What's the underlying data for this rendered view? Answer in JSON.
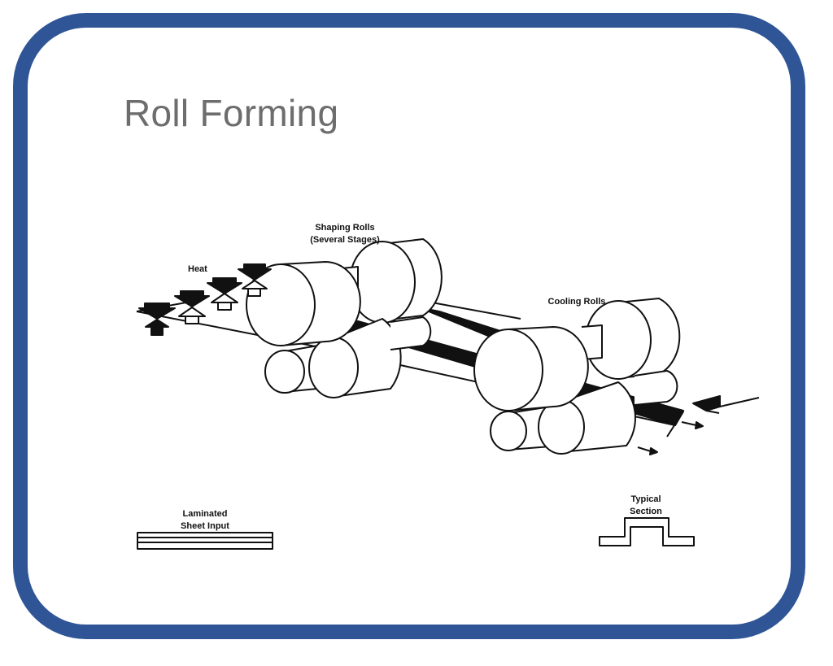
{
  "slide": {
    "title": "Roll Forming"
  },
  "diagram": {
    "labels": {
      "heat": "Heat",
      "shaping_rolls_line1": "Shaping Rolls",
      "shaping_rolls_line2": "(Several Stages)",
      "cooling_rolls": "Cooling Rolls",
      "laminated_line1": "Laminated",
      "laminated_line2": "Sheet Input",
      "typical_line1": "Typical",
      "typical_line2": "Section"
    },
    "colors": {
      "frame": "#2f5597",
      "title": "#6d6d6d",
      "ink": "#111111"
    }
  }
}
